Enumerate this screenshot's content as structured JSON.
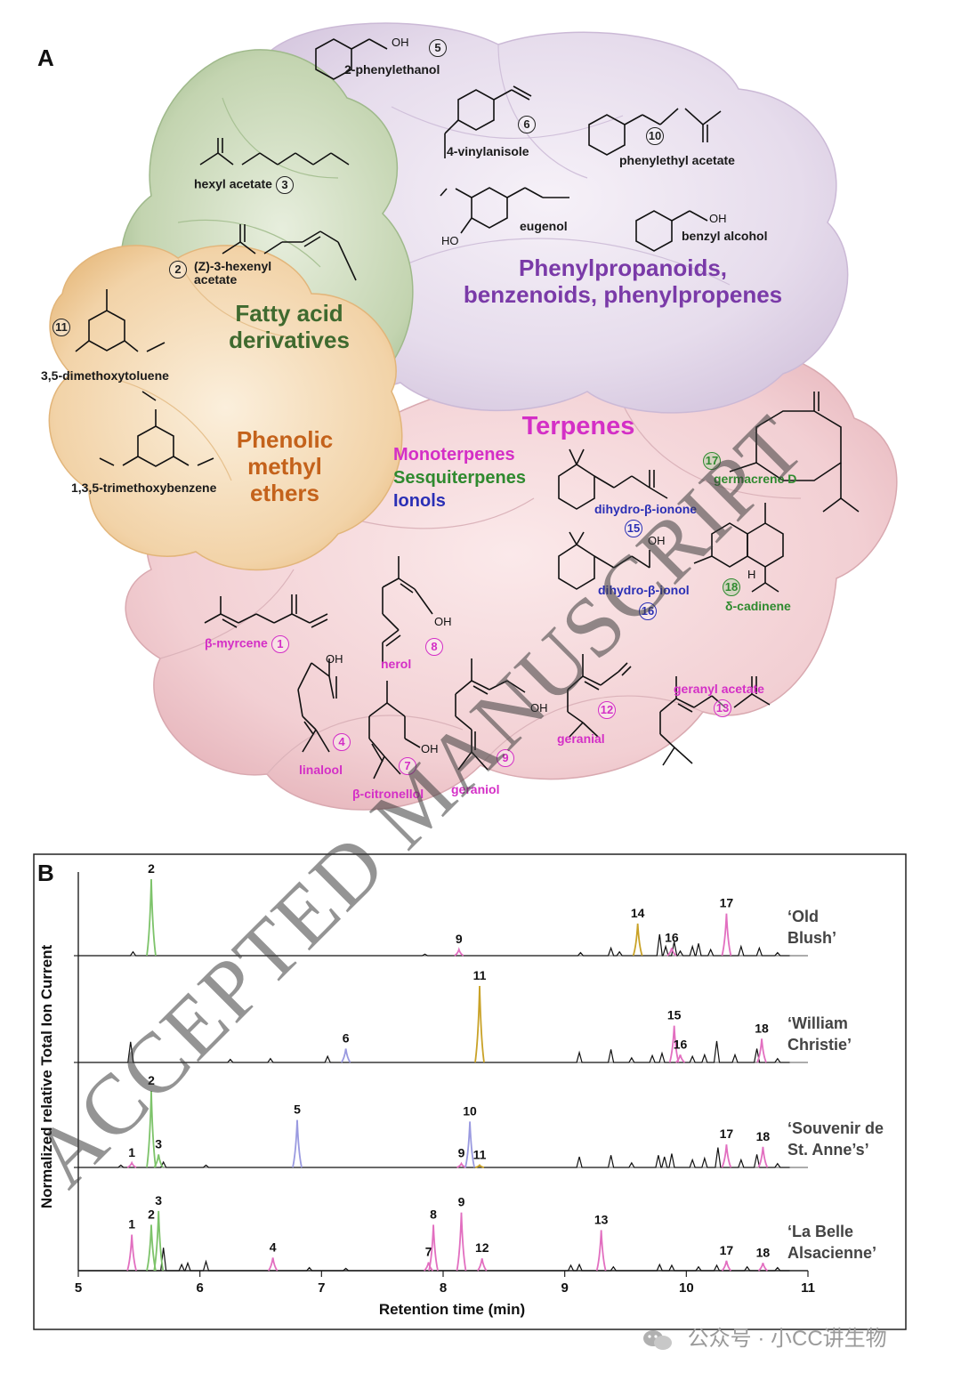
{
  "panel_a": {
    "letter": "A",
    "groups": {
      "fatty": "Fatty acid\nderivatives",
      "phenyl": "Phenylpropanoids,\nbenzenoids, phenylpropenes",
      "phenolic": "Phenolic\nmethyl\nethers",
      "terpenes": "Terpenes",
      "mono": "Monoterpenes",
      "sesq": "Sesquiterpenes",
      "ion": "Ionols"
    },
    "compounds": [
      {
        "id": "c5",
        "name": "2-phenylethanol",
        "num": "5",
        "cls": ""
      },
      {
        "id": "c6",
        "name": "4-vinylanisole",
        "num": "6",
        "cls": ""
      },
      {
        "id": "c10",
        "name": "phenylethyl acetate",
        "num": "10",
        "cls": ""
      },
      {
        "id": "c3",
        "name": "hexyl acetate",
        "num": "3",
        "cls": ""
      },
      {
        "id": "ceug",
        "name": "eugenol",
        "num": "",
        "cls": ""
      },
      {
        "id": "cbenz",
        "name": "benzyl alcohol",
        "num": "",
        "cls": ""
      },
      {
        "id": "c2",
        "name": "(Z)-3-hexenyl\nacetate",
        "num": "2",
        "cls": ""
      },
      {
        "id": "c11",
        "name": "3,5-dimethoxytoluene",
        "num": "11",
        "cls": ""
      },
      {
        "id": "ctmb",
        "name": "1,3,5-trimethoxybenzene",
        "num": "",
        "cls": ""
      },
      {
        "id": "c17",
        "name": "germacrene D",
        "num": "17",
        "cls": "sesq"
      },
      {
        "id": "c15",
        "name": "dihydro-β-ionone",
        "num": "15",
        "cls": "ion"
      },
      {
        "id": "c16",
        "name": "dihydro-β-ionol",
        "num": "16",
        "cls": "ion"
      },
      {
        "id": "c18",
        "name": "δ-cadinene",
        "num": "18",
        "cls": "sesq"
      },
      {
        "id": "c1",
        "name": "β-myrcene",
        "num": "1",
        "cls": "mono"
      },
      {
        "id": "c8",
        "name": "nerol",
        "num": "8",
        "cls": "mono"
      },
      {
        "id": "c4",
        "name": "linalool",
        "num": "4",
        "cls": "mono"
      },
      {
        "id": "c7",
        "name": "β-citronellol",
        "num": "7",
        "cls": "mono"
      },
      {
        "id": "c9",
        "name": "geraniol",
        "num": "9",
        "cls": "mono"
      },
      {
        "id": "c12",
        "name": "geranial",
        "num": "12",
        "cls": "mono"
      },
      {
        "id": "c13",
        "name": "geranyl acetate",
        "num": "13",
        "cls": "mono"
      }
    ],
    "atom_labels": {
      "oh": "OH",
      "ho": "HO",
      "h": "H"
    },
    "watermark": "ACCEPTED MANUSCRIPT"
  },
  "chart_data": {
    "type": "line",
    "panel_letter": "B",
    "xlabel": "Retention time (min)",
    "ylabel": "Normalized relative Total Ion Current",
    "xlim": [
      5,
      11
    ],
    "xticks": [
      "5",
      "6",
      "7",
      "8",
      "9",
      "10",
      "11"
    ],
    "colors": {
      "2": "#7dc36a",
      "3": "#7dc36a",
      "1": "#e26fc0",
      "4": "#e26fc0",
      "7": "#e26fc0",
      "8": "#e26fc0",
      "9": "#e26fc0",
      "12": "#e26fc0",
      "13": "#e26fc0",
      "17": "#e26fc0",
      "18": "#e26fc0",
      "15": "#e26fc0",
      "16": "#e26fc0",
      "14": "#c9a227",
      "11": "#c9a227",
      "6": "#9a9ae0",
      "5": "#9a9ae0",
      "10": "#9a9ae0"
    },
    "series": [
      {
        "name": "‘Old\nBlush’",
        "peaks": [
          {
            "label": "2",
            "x": 5.6,
            "h": 1.0
          },
          {
            "label": "9",
            "x": 8.13,
            "h": 0.08
          },
          {
            "label": "14",
            "x": 9.6,
            "h": 0.42
          },
          {
            "label": "16",
            "x": 9.88,
            "h": 0.1
          },
          {
            "label": "17",
            "x": 10.33,
            "h": 0.55
          }
        ],
        "minor": [
          [
            5.45,
            0.05
          ],
          [
            7.85,
            0.02
          ],
          [
            9.13,
            0.04
          ],
          [
            9.38,
            0.1
          ],
          [
            9.45,
            0.05
          ],
          [
            9.78,
            0.28
          ],
          [
            9.83,
            0.12
          ],
          [
            9.9,
            0.18
          ],
          [
            9.95,
            0.06
          ],
          [
            10.05,
            0.12
          ],
          [
            10.1,
            0.16
          ],
          [
            10.2,
            0.08
          ],
          [
            10.45,
            0.12
          ],
          [
            10.6,
            0.1
          ],
          [
            10.75,
            0.04
          ]
        ]
      },
      {
        "name": "‘William\nChristie’",
        "peaks": [
          {
            "label": "6",
            "x": 7.2,
            "h": 0.18
          },
          {
            "label": "11",
            "x": 8.3,
            "h": 1.0
          },
          {
            "label": "15",
            "x": 9.9,
            "h": 0.48
          },
          {
            "label": "16",
            "x": 9.95,
            "h": 0.1
          },
          {
            "label": "18",
            "x": 10.62,
            "h": 0.31
          }
        ],
        "minor": [
          [
            5.43,
            0.27
          ],
          [
            6.25,
            0.04
          ],
          [
            6.58,
            0.05
          ],
          [
            7.05,
            0.08
          ],
          [
            9.12,
            0.13
          ],
          [
            9.38,
            0.17
          ],
          [
            9.55,
            0.06
          ],
          [
            9.72,
            0.09
          ],
          [
            9.8,
            0.12
          ],
          [
            10.05,
            0.08
          ],
          [
            10.15,
            0.1
          ],
          [
            10.25,
            0.28
          ],
          [
            10.4,
            0.1
          ],
          [
            10.58,
            0.18
          ],
          [
            10.75,
            0.05
          ]
        ]
      },
      {
        "name": "‘Souvenir de\nSt. Anne’s’",
        "peaks": [
          {
            "label": "1",
            "x": 5.44,
            "h": 0.06
          },
          {
            "label": "2",
            "x": 5.6,
            "h": 1.0
          },
          {
            "label": "3",
            "x": 5.66,
            "h": 0.17
          },
          {
            "label": "5",
            "x": 6.8,
            "h": 0.62
          },
          {
            "label": "9",
            "x": 8.15,
            "h": 0.05
          },
          {
            "label": "10",
            "x": 8.22,
            "h": 0.6
          },
          {
            "label": "11",
            "x": 8.3,
            "h": 0.03
          },
          {
            "label": "17",
            "x": 10.33,
            "h": 0.3
          },
          {
            "label": "18",
            "x": 10.63,
            "h": 0.27
          }
        ],
        "minor": [
          [
            5.35,
            0.03
          ],
          [
            5.7,
            0.07
          ],
          [
            6.05,
            0.03
          ],
          [
            9.12,
            0.14
          ],
          [
            9.38,
            0.16
          ],
          [
            9.55,
            0.06
          ],
          [
            9.77,
            0.16
          ],
          [
            9.82,
            0.14
          ],
          [
            9.88,
            0.18
          ],
          [
            10.05,
            0.1
          ],
          [
            10.15,
            0.12
          ],
          [
            10.26,
            0.26
          ],
          [
            10.45,
            0.1
          ],
          [
            10.58,
            0.17
          ],
          [
            10.75,
            0.05
          ]
        ]
      },
      {
        "name": "‘La Belle\nAlsacienne’",
        "peaks": [
          {
            "label": "1",
            "x": 5.44,
            "h": 0.47
          },
          {
            "label": "2",
            "x": 5.6,
            "h": 0.6
          },
          {
            "label": "3",
            "x": 5.66,
            "h": 0.78
          },
          {
            "label": "4",
            "x": 6.6,
            "h": 0.17
          },
          {
            "label": "7",
            "x": 7.88,
            "h": 0.11
          },
          {
            "label": "8",
            "x": 7.92,
            "h": 0.6
          },
          {
            "label": "9",
            "x": 8.15,
            "h": 0.76
          },
          {
            "label": "12",
            "x": 8.32,
            "h": 0.16
          },
          {
            "label": "13",
            "x": 9.3,
            "h": 0.53
          },
          {
            "label": "17",
            "x": 10.33,
            "h": 0.13
          },
          {
            "label": "18",
            "x": 10.63,
            "h": 0.1
          }
        ],
        "minor": [
          [
            5.7,
            0.3
          ],
          [
            5.85,
            0.08
          ],
          [
            5.9,
            0.1
          ],
          [
            6.05,
            0.12
          ],
          [
            6.9,
            0.04
          ],
          [
            7.2,
            0.03
          ],
          [
            9.05,
            0.07
          ],
          [
            9.12,
            0.08
          ],
          [
            9.4,
            0.05
          ],
          [
            9.78,
            0.08
          ],
          [
            9.88,
            0.07
          ],
          [
            10.1,
            0.05
          ],
          [
            10.25,
            0.07
          ],
          [
            10.5,
            0.05
          ],
          [
            10.75,
            0.04
          ]
        ]
      }
    ]
  },
  "footer": {
    "wechat": "公众号 · 小CC讲生物"
  }
}
